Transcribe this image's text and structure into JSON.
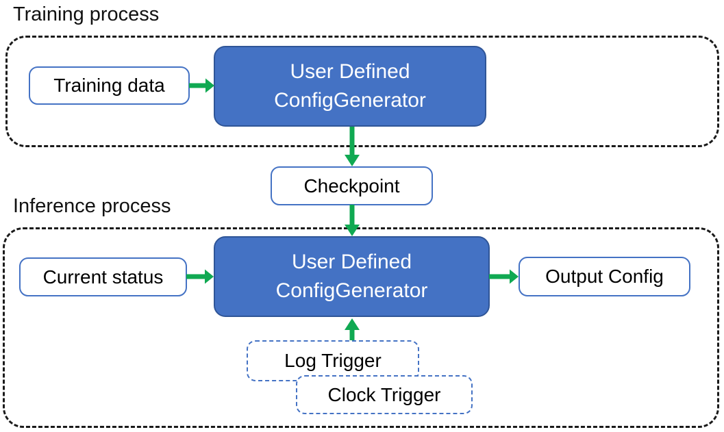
{
  "palette": {
    "accent_blue": "#4472C4",
    "accent_blue_dark": "#2F5597",
    "arrow_green": "#10A952",
    "dash_black": "#1a1a1a",
    "box_background": "#FFFFFF",
    "generator_text": "#FFFFFF"
  },
  "training": {
    "title": "Training process",
    "input_label": "Training data",
    "generator_line1": "User Defined",
    "generator_line2": "ConfigGenerator"
  },
  "checkpoint_label": "Checkpoint",
  "inference": {
    "title": "Inference process",
    "input_label": "Current status",
    "generator_line1": "User Defined",
    "generator_line2": "ConfigGenerator",
    "output_label": "Output Config",
    "log_trigger_label": "Log Trigger",
    "clock_trigger_label": "Clock Trigger"
  }
}
